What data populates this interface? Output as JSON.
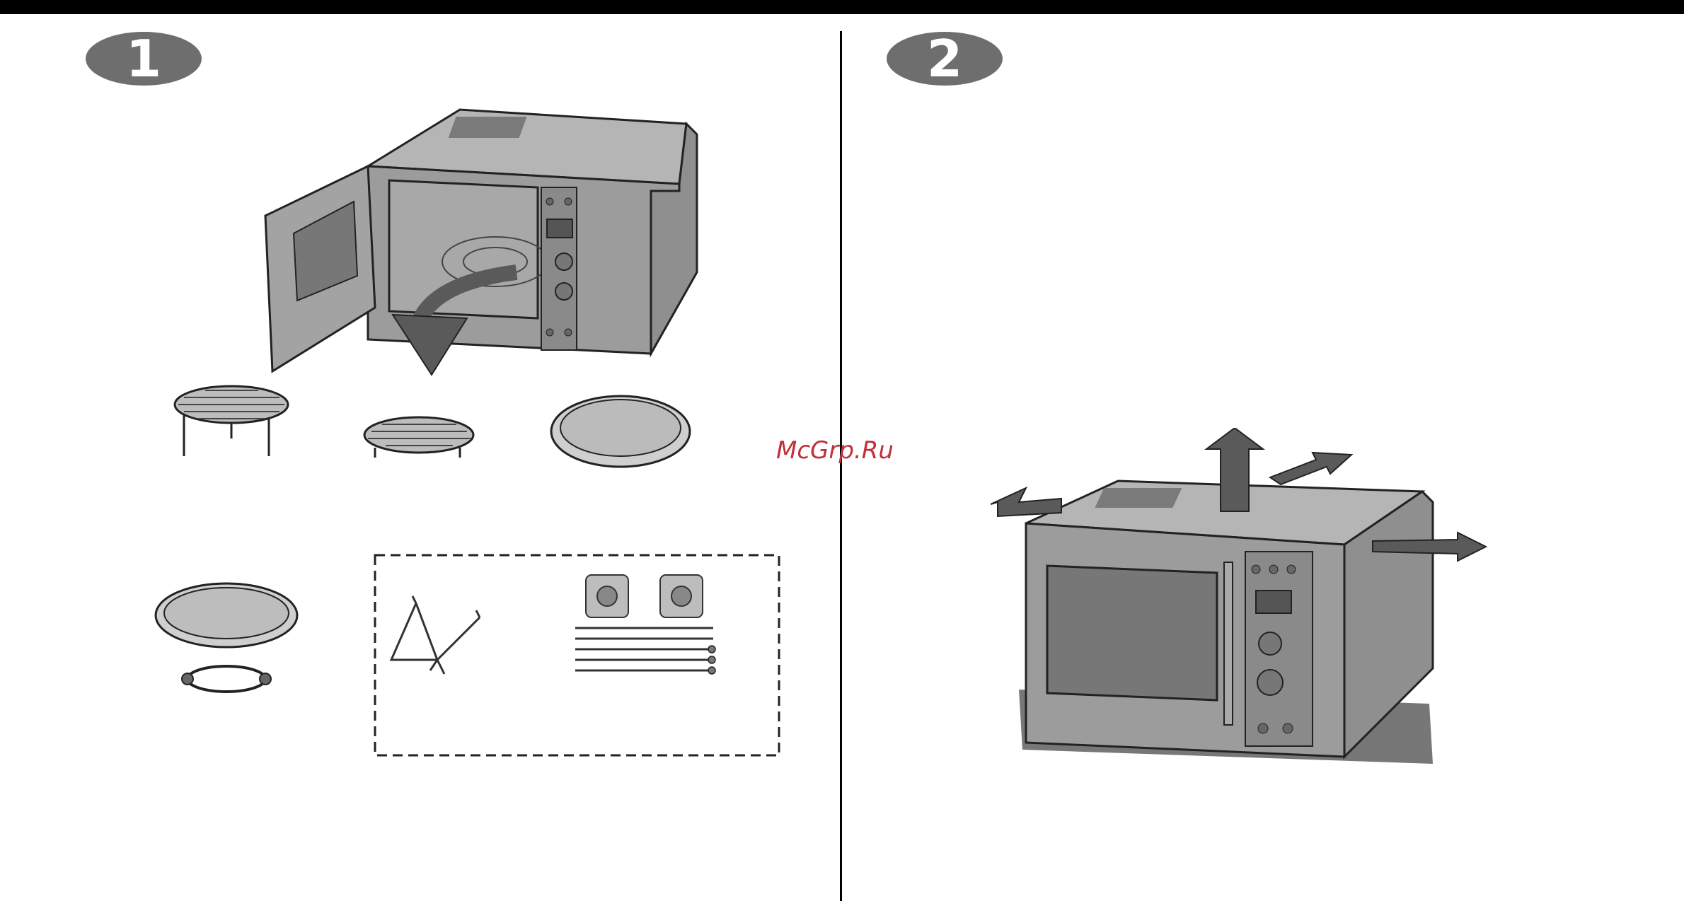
{
  "steps": [
    {
      "number": "1"
    },
    {
      "number": "2"
    }
  ],
  "watermark": "McGrp.Ru",
  "colors": {
    "badge": "#6e6e6e",
    "appliance_body": "#9c9c9c",
    "appliance_dark": "#6a6a6a",
    "arrow": "#5a5a5a",
    "watermark": "#c0303a"
  },
  "illustrations": [
    "microwave-door-open-icon",
    "grill-rack-high-icon",
    "grill-rack-low-icon",
    "baking-tray-icon",
    "turntable-with-roller-ring-icon",
    "rotisserie-kit-icon",
    "microwave-ventilation-clearance-icon"
  ]
}
